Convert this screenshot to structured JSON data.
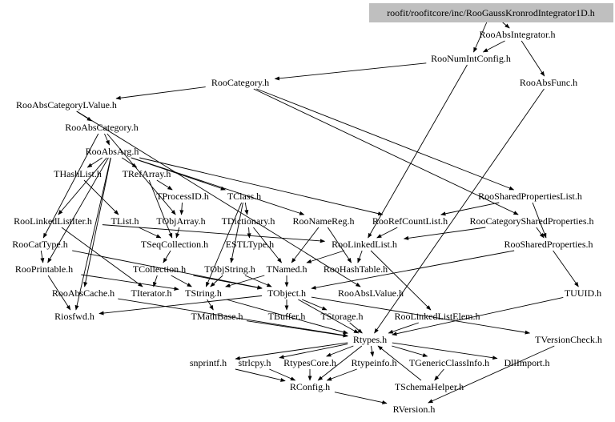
{
  "root": {
    "id": "root",
    "label": "roofit/roofitcore/inc/RooGaussKronrodIntegrator1D.h",
    "fill": "#bfbfbf"
  },
  "nodes": [
    {
      "id": "RooAbsIntegrator",
      "label": "RooAbsIntegrator.h"
    },
    {
      "id": "RooNumIntConfig",
      "label": "RooNumIntConfig.h"
    },
    {
      "id": "RooAbsFunc",
      "label": "RooAbsFunc.h"
    },
    {
      "id": "RooCategory",
      "label": "RooCategory.h"
    },
    {
      "id": "RooAbsCategoryLValue",
      "label": "RooAbsCategoryLValue.h"
    },
    {
      "id": "RooAbsCategory",
      "label": "RooAbsCategory.h"
    },
    {
      "id": "RooAbsArg",
      "label": "RooAbsArg.h"
    },
    {
      "id": "THashList",
      "label": "THashList.h"
    },
    {
      "id": "TRefArray",
      "label": "TRefArray.h"
    },
    {
      "id": "TProcessID",
      "label": "TProcessID.h"
    },
    {
      "id": "TClass",
      "label": "TClass.h"
    },
    {
      "id": "RooSharedPropertiesList",
      "label": "RooSharedPropertiesList.h"
    },
    {
      "id": "RooLinkedListIter",
      "label": "RooLinkedListIter.h"
    },
    {
      "id": "TList",
      "label": "TList.h"
    },
    {
      "id": "TObjArray",
      "label": "TObjArray.h"
    },
    {
      "id": "TDictionary",
      "label": "TDictionary.h"
    },
    {
      "id": "RooNameReg",
      "label": "RooNameReg.h"
    },
    {
      "id": "RooRefCountList",
      "label": "RooRefCountList.h"
    },
    {
      "id": "RooCategorySharedProperties",
      "label": "RooCategorySharedProperties.h"
    },
    {
      "id": "RooCatType",
      "label": "RooCatType.h"
    },
    {
      "id": "TSeqCollection",
      "label": "TSeqCollection.h"
    },
    {
      "id": "ESTLType",
      "label": "ESTLType.h"
    },
    {
      "id": "RooLinkedList",
      "label": "RooLinkedList.h"
    },
    {
      "id": "RooSharedProperties",
      "label": "RooSharedProperties.h"
    },
    {
      "id": "RooPrintable",
      "label": "RooPrintable.h"
    },
    {
      "id": "TCollection",
      "label": "TCollection.h"
    },
    {
      "id": "TObjString",
      "label": "TObjString.h"
    },
    {
      "id": "TNamed",
      "label": "TNamed.h"
    },
    {
      "id": "RooHashTable",
      "label": "RooHashTable.h"
    },
    {
      "id": "RooAbsCache",
      "label": "RooAbsCache.h"
    },
    {
      "id": "TIterator",
      "label": "TIterator.h"
    },
    {
      "id": "TString",
      "label": "TString.h"
    },
    {
      "id": "TObject",
      "label": "TObject.h"
    },
    {
      "id": "RooAbsLValue",
      "label": "RooAbsLValue.h"
    },
    {
      "id": "TUUID",
      "label": "TUUID.h"
    },
    {
      "id": "Riosfwd",
      "label": "Riosfwd.h"
    },
    {
      "id": "TMathBase",
      "label": "TMathBase.h"
    },
    {
      "id": "TBuffer",
      "label": "TBuffer.h"
    },
    {
      "id": "TStorage",
      "label": "TStorage.h"
    },
    {
      "id": "RooLinkedListElem",
      "label": "RooLinkedListElem.h"
    },
    {
      "id": "TVersionCheck",
      "label": "TVersionCheck.h"
    },
    {
      "id": "Rtypes",
      "label": "Rtypes.h"
    },
    {
      "id": "snprintf",
      "label": "snprintf.h"
    },
    {
      "id": "strlcpy",
      "label": "strlcpy.h"
    },
    {
      "id": "RtypesCore",
      "label": "RtypesCore.h"
    },
    {
      "id": "Rtypeinfo",
      "label": "Rtypeinfo.h"
    },
    {
      "id": "TGenericClassInfo",
      "label": "TGenericClassInfo.h"
    },
    {
      "id": "DllImport",
      "label": "DllImport.h"
    },
    {
      "id": "TSchemaHelper",
      "label": "TSchemaHelper.h"
    },
    {
      "id": "RConfig",
      "label": "RConfig.h"
    },
    {
      "id": "RVersion",
      "label": "RVersion.h"
    }
  ],
  "edges": [
    [
      "root",
      "RooAbsIntegrator"
    ],
    [
      "root",
      "RooNumIntConfig"
    ],
    [
      "RooAbsIntegrator",
      "RooNumIntConfig"
    ],
    [
      "RooAbsIntegrator",
      "RooAbsFunc"
    ],
    [
      "RooNumIntConfig",
      "RooCategory"
    ],
    [
      "RooNumIntConfig",
      "RooLinkedList"
    ],
    [
      "RooAbsFunc",
      "Rtypes"
    ],
    [
      "RooCategory",
      "RooAbsCategoryLValue"
    ],
    [
      "RooCategory",
      "RooSharedPropertiesList"
    ],
    [
      "RooCategory",
      "RooCategorySharedProperties"
    ],
    [
      "RooAbsCategoryLValue",
      "RooAbsCategory"
    ],
    [
      "RooAbsCategoryLValue",
      "RooAbsLValue"
    ],
    [
      "RooAbsCategory",
      "RooAbsArg"
    ],
    [
      "RooAbsCategory",
      "RooCatType"
    ],
    [
      "RooAbsCategory",
      "TObjArray"
    ],
    [
      "RooAbsArg",
      "THashList"
    ],
    [
      "RooAbsArg",
      "TRefArray"
    ],
    [
      "RooAbsArg",
      "RooPrintable"
    ],
    [
      "RooAbsArg",
      "RooRefCountList"
    ],
    [
      "RooAbsArg",
      "RooNameReg"
    ],
    [
      "RooAbsArg",
      "TClass"
    ],
    [
      "RooAbsArg",
      "RooLinkedListIter"
    ],
    [
      "RooAbsArg",
      "RooAbsCache"
    ],
    [
      "RooAbsArg",
      "Riosfwd"
    ],
    [
      "THashList",
      "TList"
    ],
    [
      "TRefArray",
      "TProcessID"
    ],
    [
      "TRefArray",
      "TSeqCollection"
    ],
    [
      "TProcessID",
      "TObjArray"
    ],
    [
      "TClass",
      "TDictionary"
    ],
    [
      "TClass",
      "TObjString"
    ],
    [
      "TClass",
      "TString"
    ],
    [
      "TList",
      "TSeqCollection"
    ],
    [
      "TObjArray",
      "TSeqCollection"
    ],
    [
      "TSeqCollection",
      "TCollection"
    ],
    [
      "TCollection",
      "TObject"
    ],
    [
      "TCollection",
      "TIterator"
    ],
    [
      "TCollection",
      "TString"
    ],
    [
      "TDictionary",
      "TNamed"
    ],
    [
      "TDictionary",
      "ESTLType"
    ],
    [
      "TObjString",
      "TObject"
    ],
    [
      "TObjString",
      "TString"
    ],
    [
      "TNamed",
      "TObject"
    ],
    [
      "TNamed",
      "TString"
    ],
    [
      "RooNameReg",
      "TNamed"
    ],
    [
      "RooNameReg",
      "RooHashTable"
    ],
    [
      "RooRefCountList",
      "RooLinkedList"
    ],
    [
      "RooLinkedList",
      "RooHashTable"
    ],
    [
      "RooLinkedList",
      "RooLinkedListElem"
    ],
    [
      "RooLinkedList",
      "TNamed"
    ],
    [
      "RooLinkedListIter",
      "RooLinkedList"
    ],
    [
      "RooLinkedListIter",
      "TIterator"
    ],
    [
      "RooCatType",
      "RooPrintable"
    ],
    [
      "RooCatType",
      "TObject"
    ],
    [
      "RooPrintable",
      "Riosfwd"
    ],
    [
      "RooPrintable",
      "TString"
    ],
    [
      "RooCategorySharedProperties",
      "RooSharedProperties"
    ],
    [
      "RooCategorySharedProperties",
      "RooLinkedList"
    ],
    [
      "RooSharedPropertiesList",
      "RooSharedProperties"
    ],
    [
      "RooSharedPropertiesList",
      "RooRefCountList"
    ],
    [
      "RooSharedProperties",
      "TObject"
    ],
    [
      "RooSharedProperties",
      "TUUID"
    ],
    [
      "TUUID",
      "Rtypes"
    ],
    [
      "TObject",
      "Rtypes"
    ],
    [
      "TObject",
      "TStorage"
    ],
    [
      "TObject",
      "TBuffer"
    ],
    [
      "TObject",
      "Riosfwd"
    ],
    [
      "TObject",
      "TVersionCheck"
    ],
    [
      "TString",
      "TMathBase"
    ],
    [
      "TString",
      "Rtypes"
    ],
    [
      "TMathBase",
      "Rtypes"
    ],
    [
      "TBuffer",
      "Rtypes"
    ],
    [
      "TStorage",
      "Rtypes"
    ],
    [
      "RooLinkedListElem",
      "Rtypes"
    ],
    [
      "RooAbsCache",
      "Rtypes"
    ],
    [
      "Rtypes",
      "snprintf"
    ],
    [
      "Rtypes",
      "strlcpy"
    ],
    [
      "Rtypes",
      "RtypesCore"
    ],
    [
      "Rtypes",
      "Rtypeinfo"
    ],
    [
      "Rtypes",
      "TGenericClassInfo"
    ],
    [
      "Rtypes",
      "DllImport"
    ],
    [
      "Rtypes",
      "RConfig"
    ],
    [
      "TGenericClassInfo",
      "TSchemaHelper"
    ],
    [
      "TSchemaHelper",
      "Rtypes"
    ],
    [
      "snprintf",
      "RConfig"
    ],
    [
      "strlcpy",
      "RConfig"
    ],
    [
      "RtypesCore",
      "RConfig"
    ],
    [
      "Rtypeinfo",
      "RConfig"
    ],
    [
      "RConfig",
      "RVersion"
    ],
    [
      "TVersionCheck",
      "RVersion"
    ]
  ]
}
